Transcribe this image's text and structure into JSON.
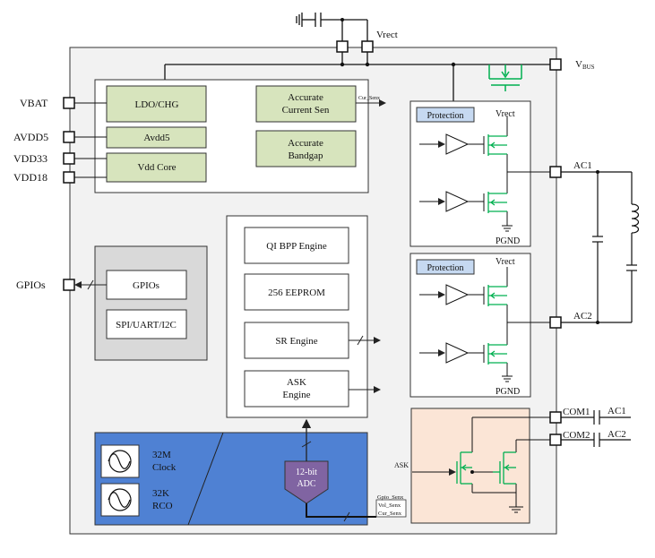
{
  "pins": {
    "vrect_top": "Vrect",
    "vbus_main": "V",
    "vbus_sub": "BUS",
    "vbat": "VBAT",
    "avdd5": "AVDD5",
    "vdd33": "VDD33",
    "vdd18": "VDD18",
    "gpios": "GPIOs",
    "ac1": "AC1",
    "ac2": "AC2",
    "com1": "COM1",
    "com2": "COM2",
    "com1_ext": "AC1",
    "com2_ext": "AC2"
  },
  "power_block": {
    "ldo": "LDO/CHG",
    "avdd5": "Avdd5",
    "vdd_core": "Vdd Core",
    "cur_sen_line1": "Accurate",
    "cur_sen_line2": "Current Sen",
    "bandgap_line1": "Accurate",
    "bandgap_line2": "Bandgap",
    "cur_senx": "Cur_Senx"
  },
  "io_block": {
    "gpios": "GPIOs",
    "spi": "SPI/UART/I2C"
  },
  "engine_block": {
    "qi": "QI BPP Engine",
    "eeprom": "256 EEPROM",
    "sr": "SR Engine",
    "ask_line1": "ASK",
    "ask_line2": "Engine"
  },
  "analog_block": {
    "clk32m_line1": "32M",
    "clk32m_line2": "Clock",
    "clk32k_line1": "32K",
    "clk32k_line2": "RCO",
    "adc_line1": "12-bit",
    "adc_line2": "ADC",
    "gpio_senx": "Gpio_Senx",
    "vol_senx": "Vol_Senx",
    "cur_senx": "Cur_Senx"
  },
  "protection_block": {
    "label": "Protection",
    "vrect": "Vrect",
    "pgnd": "PGND"
  },
  "ask_modulator": {
    "ask": "ASK"
  },
  "colors": {
    "chip_bg": "#f2f2f2",
    "green_box": "#d7e4bd",
    "gray_box": "#d9d9d9",
    "blue_block": "#4f81d3",
    "adc_purple": "#8064a2",
    "peach": "#fbe5d6",
    "protection_label": "#c6d9f1",
    "fet_green": "#00b050"
  }
}
